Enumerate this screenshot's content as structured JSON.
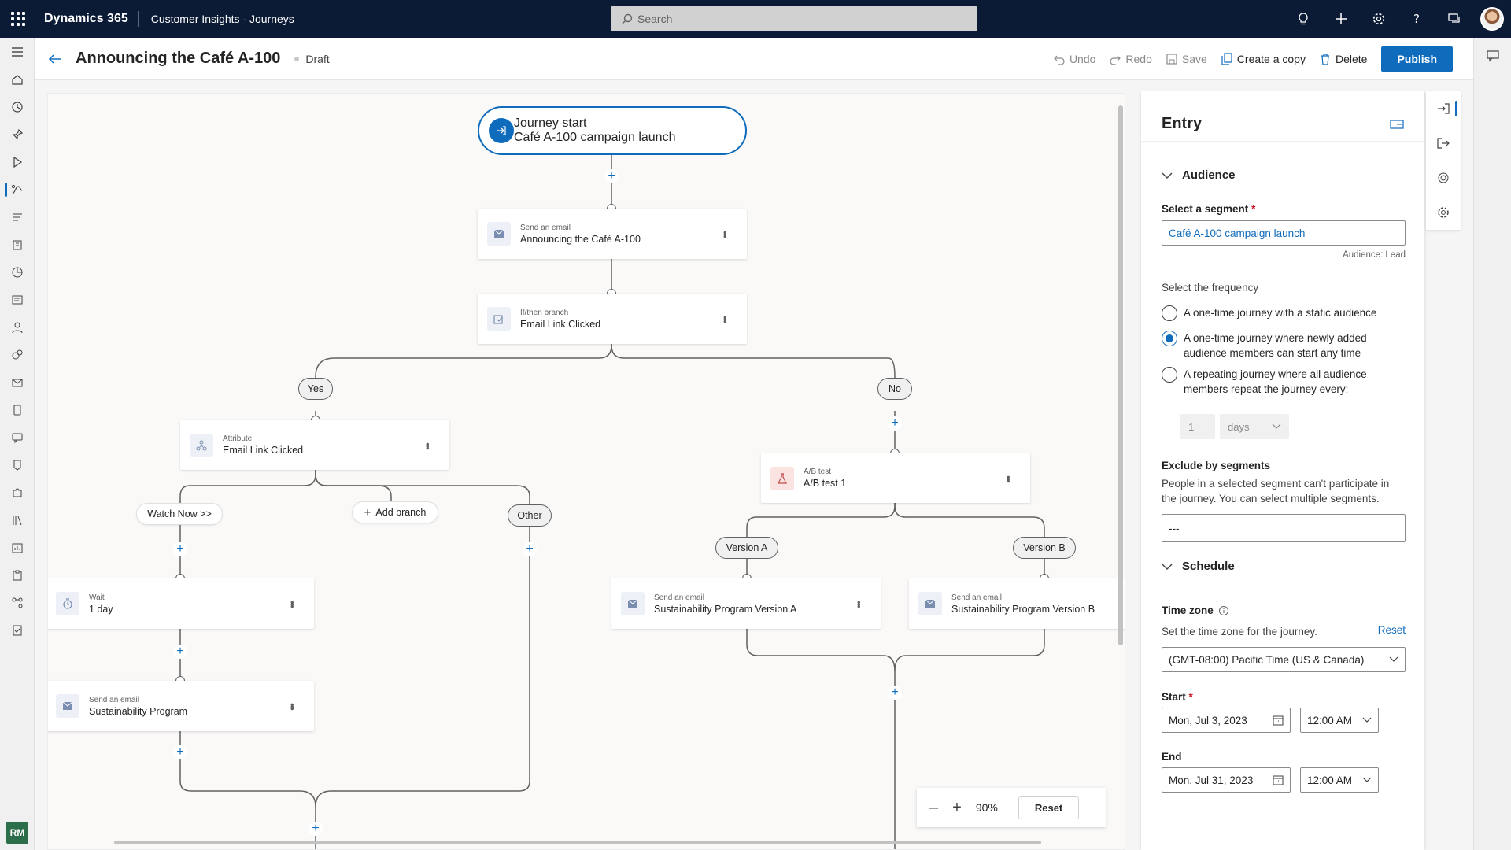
{
  "topbar": {
    "brand": "Dynamics 365",
    "app_title": "Customer Insights - Journeys",
    "search_placeholder": "Search",
    "icons": [
      "lightbulb-icon",
      "plus-icon",
      "settings-icon",
      "help-icon",
      "chat-icon",
      "user-avatar"
    ]
  },
  "rail": {
    "items": [
      "menu-icon",
      "home-icon",
      "recent-icon",
      "pin-icon",
      "play-icon",
      "journeys-icon",
      "forms-icon",
      "building-icon",
      "pie-icon",
      "list-icon",
      "person-icon",
      "segments-icon",
      "email-icon",
      "mobile-icon",
      "chat-icon",
      "badge-icon",
      "puzzle-icon",
      "library-icon",
      "chart-icon",
      "clipboard-icon",
      "nodes-icon",
      "task-icon"
    ],
    "user_initials": "RM"
  },
  "cmdbar": {
    "title": "Announcing the Café A-100",
    "status": "Draft",
    "undo": "Undo",
    "redo": "Redo",
    "save": "Save",
    "copy": "Create a copy",
    "delete": "Delete",
    "publish": "Publish"
  },
  "canvas": {
    "start": {
      "sub": "Journey start",
      "main": "Café A-100 campaign launch"
    },
    "email1": {
      "sub": "Send an email",
      "main": "Announcing the Café A-100"
    },
    "branch": {
      "sub": "If/then branch",
      "main": "Email Link Clicked"
    },
    "yes": "Yes",
    "no": "No",
    "attribute": {
      "sub": "Attribute",
      "main": "Email Link Clicked"
    },
    "watch": "Watch Now >>",
    "add_branch": "Add branch",
    "other": "Other",
    "abtest": {
      "sub": "A/B test",
      "main": "A/B test 1"
    },
    "version_a": "Version A",
    "version_b": "Version B",
    "wait": {
      "sub": "Wait",
      "main": "1 day"
    },
    "email_a": {
      "sub": "Send an email",
      "main": "Sustainability Program Version A"
    },
    "email_b": {
      "sub": "Send an email",
      "main": "Sustainability Program Version B"
    },
    "email_sp": {
      "sub": "Send an email",
      "main": "Sustainability Program"
    },
    "zoom_level": "90%",
    "zoom_reset": "Reset"
  },
  "panel": {
    "title": "Entry",
    "audience_title": "Audience",
    "segment_label": "Select a segment",
    "segment_value": "Café A-100 campaign launch",
    "audience_hint": "Audience: Lead",
    "frequency_label": "Select the frequency",
    "freq_options": [
      "A one-time journey with a static audience",
      "A one-time journey where newly added audience members can start any time",
      "A repeating journey where all audience members repeat the journey every:"
    ],
    "repeat_count": "1",
    "repeat_unit": "days",
    "exclude_label": "Exclude by segments",
    "exclude_desc": "People in a selected segment can't participate in the journey. You can select multiple segments.",
    "exclude_value": "---",
    "schedule_title": "Schedule",
    "timezone_label": "Time zone",
    "timezone_desc": "Set the time zone for the journey.",
    "timezone_reset": "Reset",
    "timezone_value": "(GMT-08:00) Pacific Time (US & Canada)",
    "start_label": "Start",
    "start_date": "Mon, Jul 3, 2023",
    "start_time": "12:00 AM",
    "end_label": "End",
    "end_date": "Mon, Jul 31, 2023",
    "end_time": "12:00 AM"
  },
  "colors": {
    "accent": "#0f6cbd",
    "topbar": "#0b1a35",
    "required": "#c50f1f"
  }
}
